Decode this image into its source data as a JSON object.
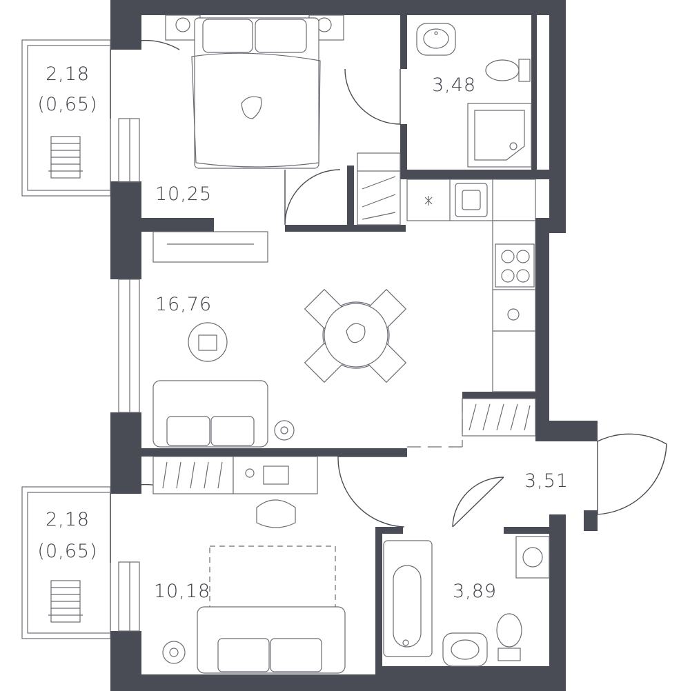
{
  "rooms": {
    "balcony_top_area": "2,18",
    "balcony_top_coef": "(0,65)",
    "bedroom_top_area": "10,25",
    "wc_top_area": "3,48",
    "living_kitchen_area": "16,76",
    "hall_area": "3,51",
    "balcony_bottom_area": "2,18",
    "balcony_bottom_coef": "(0,65)",
    "bedroom_bottom_area": "10,18",
    "bathroom_area": "3,89"
  },
  "colors": {
    "wall": "#4a4c55",
    "line": "#6a6c74",
    "background": "#ffffff"
  }
}
